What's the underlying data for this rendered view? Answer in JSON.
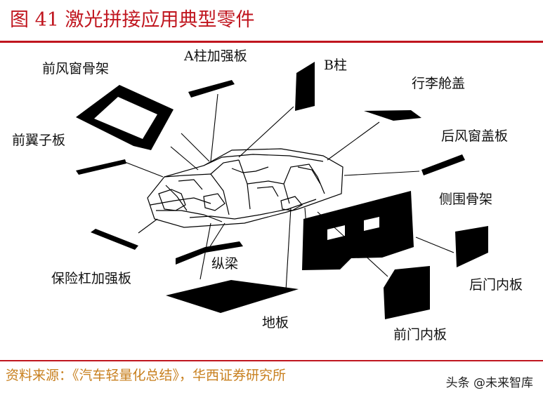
{
  "title": "图 41 激光拼接应用典型零件",
  "parts": {
    "front_window_frame": "前风窗骨架",
    "a_pillar": "A柱加强板",
    "b_pillar": "B柱",
    "trunk_lid": "行李舱盖",
    "front_fender": "前翼子板",
    "rear_window_cover": "后风窗盖板",
    "side_frame": "侧围骨架",
    "bumper_reinforcement": "保险杠加强板",
    "longitudinal_beam": "纵梁",
    "rear_door_inner": "后门内板",
    "floor": "地板",
    "front_door_inner": "前门内板"
  },
  "source": "资料来源：《汽车轻量化总结》，华西证券研究所",
  "watermark": "头条 @未来智库"
}
